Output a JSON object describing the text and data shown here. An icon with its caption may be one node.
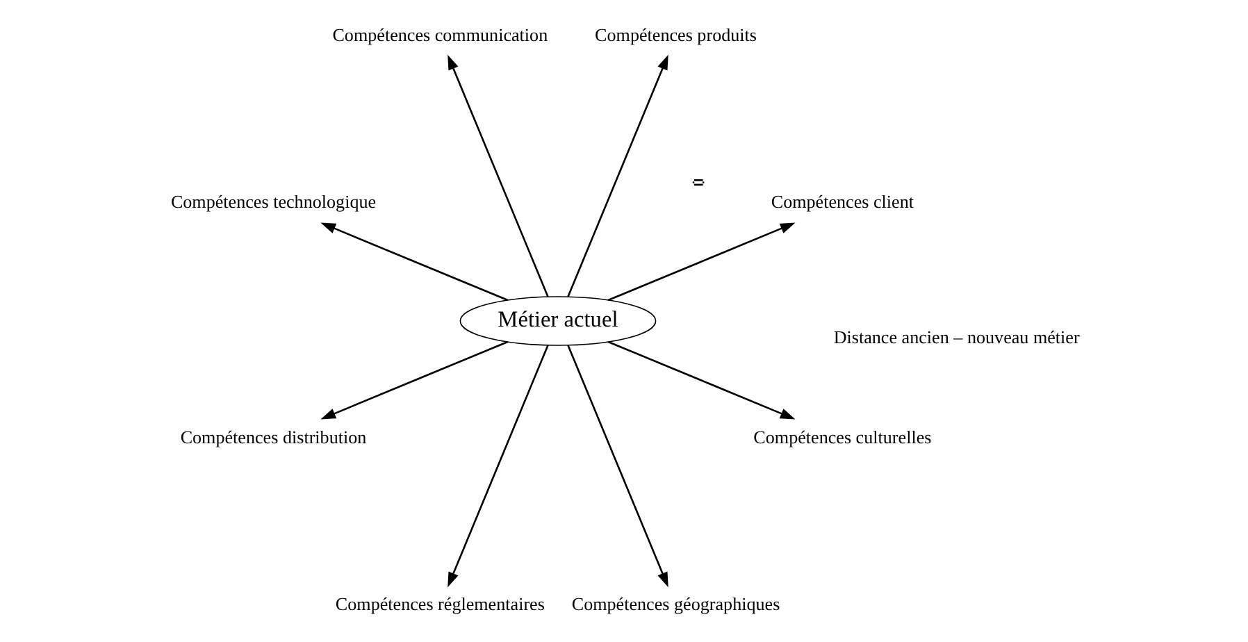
{
  "diagram": {
    "nodes": [
      {
        "text": [
          "Compétences client"
        ]
      },
      {
        "text": [
          "Compétences produits"
        ]
      },
      {
        "text": [
          "Compétences communication"
        ]
      },
      {
        "text": [
          "Compétences technologique"
        ]
      },
      {
        "text": [
          "Compétences distribution"
        ]
      },
      {
        "text": [
          "Métier actuel"
        ]
      },
      {
        "text": [
          "Compétences réglementaires"
        ]
      },
      {
        "text": [
          "Compétences géographiques"
        ]
      },
      {
        "text": [
          "Compétences culturelles"
        ]
      }
    ],
    "edges": [
      {
        "from": 5,
        "to": 0,
        "arrow": "to"
      },
      {
        "from": 5,
        "to": 2,
        "arrow": "to"
      },
      {
        "from": 5,
        "to": 4,
        "arrow": "to"
      },
      {
        "from": 5,
        "to": 7,
        "arrow": "to"
      },
      {
        "from": 5,
        "to": 8,
        "arrow": "to"
      },
      {
        "from": 5,
        "to": 6,
        "arrow": "to"
      },
      {
        "from": 5,
        "to": 3,
        "arrow": "to"
      },
      {
        "from": 5,
        "to": 1,
        "arrow": "to"
      }
    ],
    "legend": [
      {
        "text": "Distance ancien – nouveau métier"
      }
    ]
  }
}
